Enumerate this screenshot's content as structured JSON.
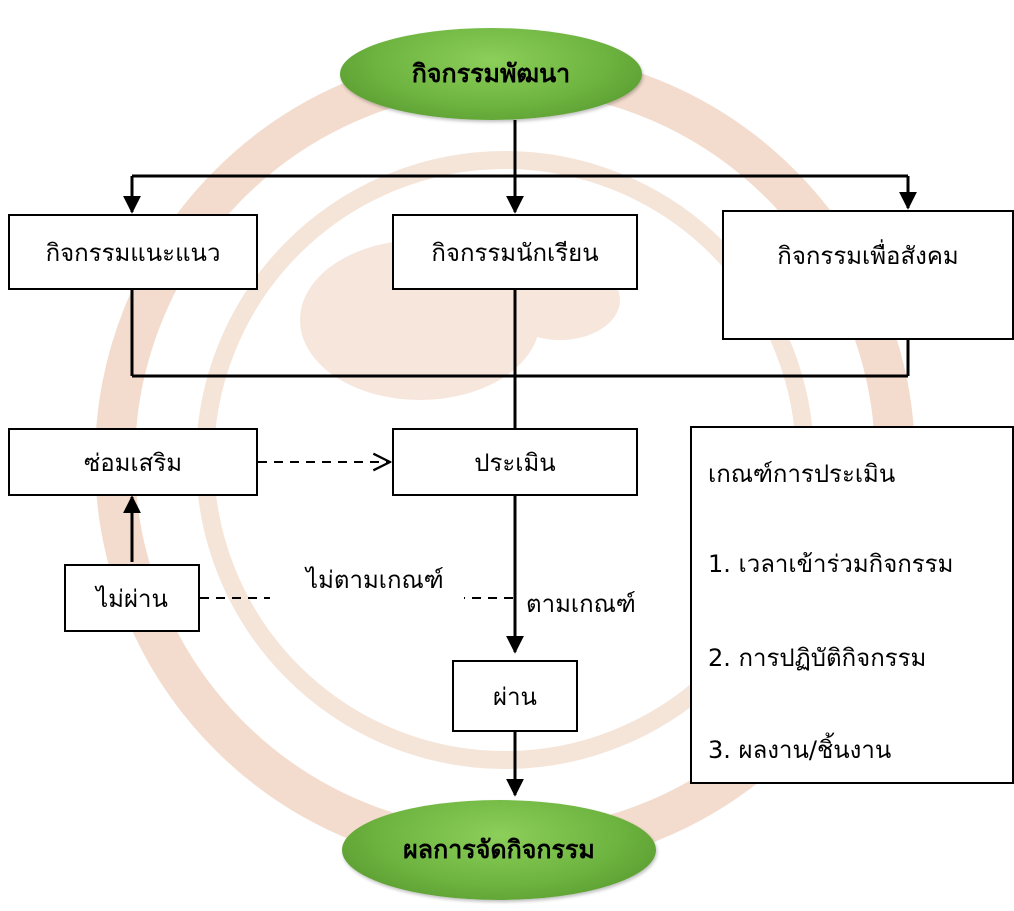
{
  "diagram": {
    "start": "กิจกรรมพัฒนา",
    "end": "ผลการจัดกิจกรรม",
    "activities": {
      "guidance": "กิจกรรมแนะแนว",
      "student": "กิจกรรมนักเรียน",
      "social": "กิจกรรมเพื่อสังคม"
    },
    "remedial": "ซ่อมเสริม",
    "evaluate": "ประเมิน",
    "fail": "ไม่ผ่าน",
    "pass": "ผ่าน",
    "edge_labels": {
      "not_meet": "ไม่ตามเกณฑ์",
      "meet": "ตามเกณฑ์"
    },
    "criteria": {
      "title": "เกณฑ์การประเมิน",
      "items": [
        "1. เวลาเข้าร่วมกิจกรรม",
        "2. การปฏิบัติกิจกรรม",
        "3. ผลงาน/ชิ้นงาน"
      ]
    }
  },
  "colors": {
    "ellipse_fill": "#6db33f",
    "watermark": "#f4d9c6"
  }
}
